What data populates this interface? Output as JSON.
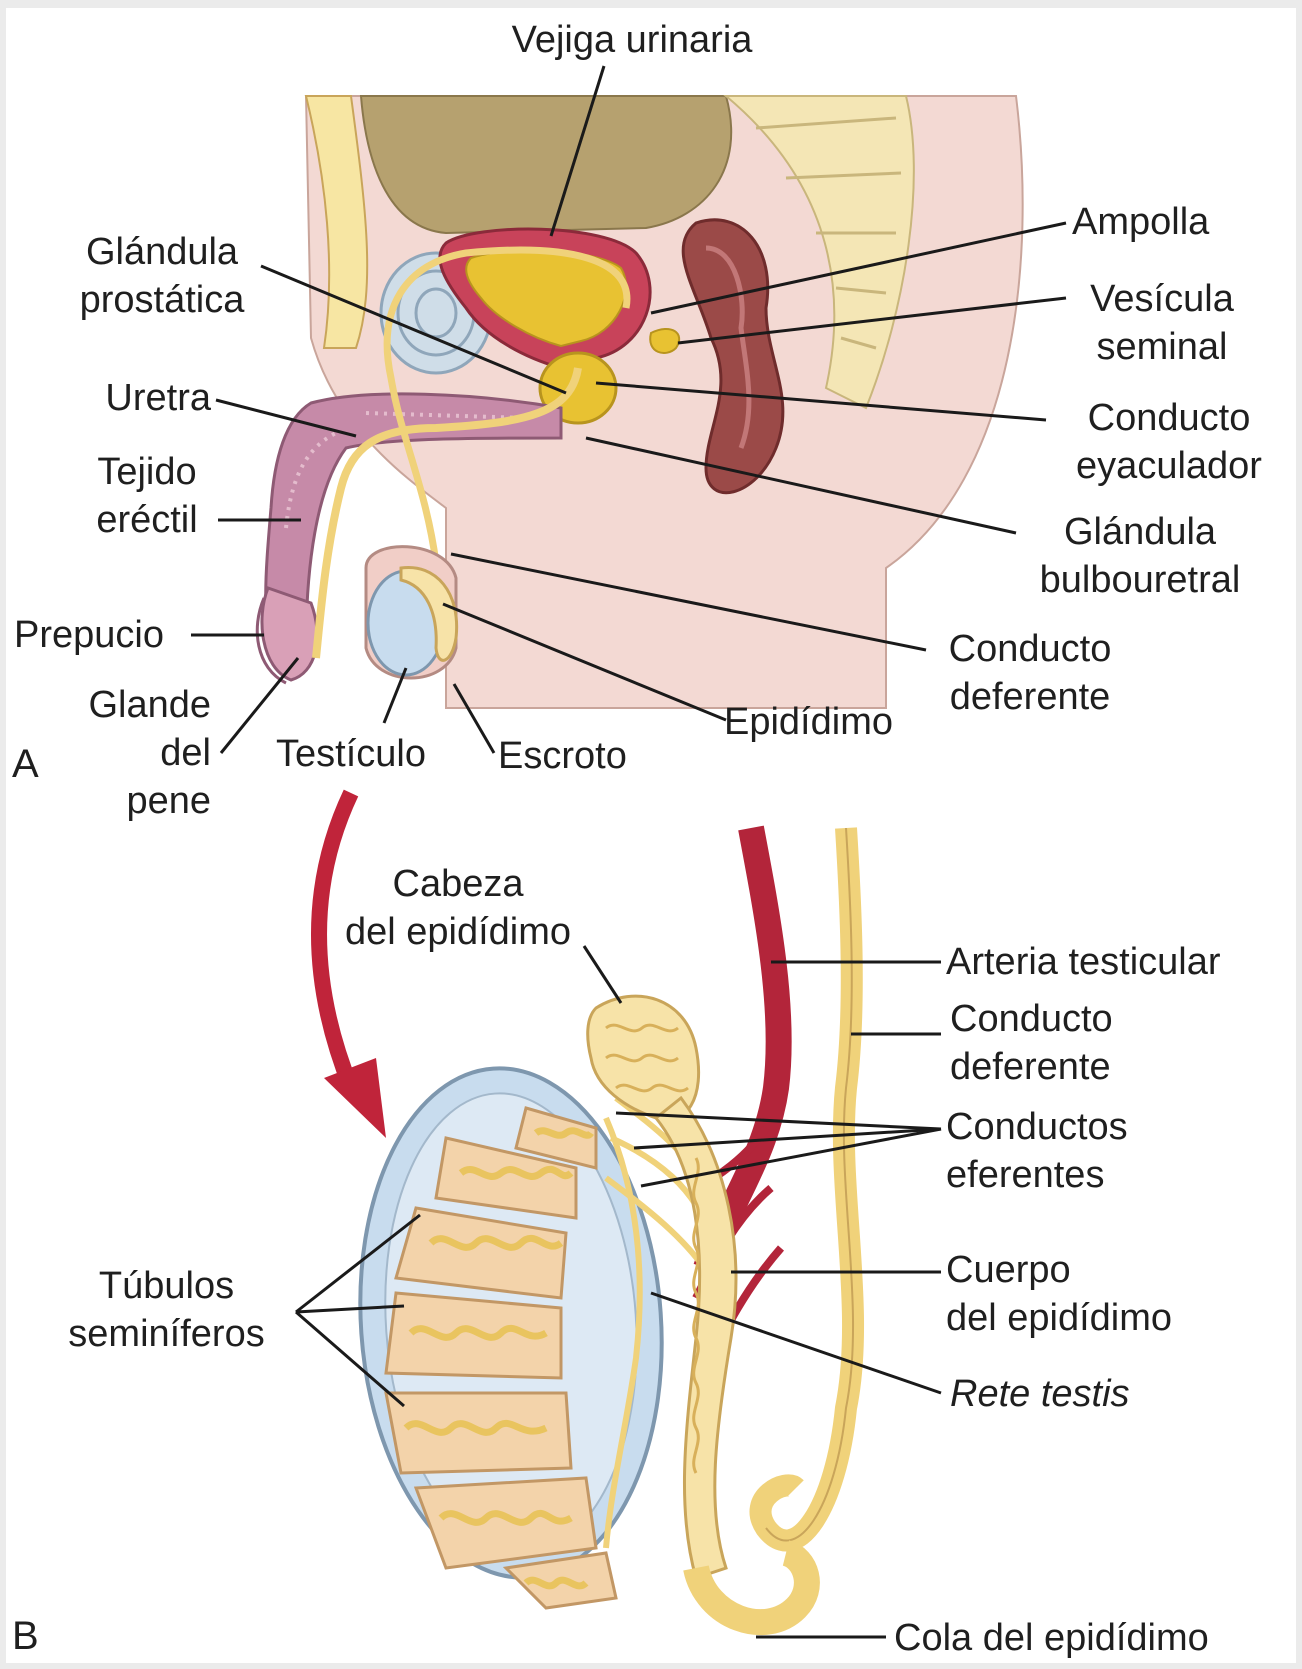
{
  "panel_a": {
    "letter": "A",
    "labels": {
      "vejiga": "Vejiga urinaria",
      "ampolla": "Ampolla",
      "vesicula_1": "Vesícula",
      "vesicula_2": "seminal",
      "prostatica_1": "Glándula",
      "prostatica_2": "prostática",
      "uretra": "Uretra",
      "eyaculador_1": "Conducto",
      "eyaculador_2": "eyaculador",
      "erectil_1": "Tejido",
      "erectil_2": "eréctil",
      "bulbouretral_1": "Glándula",
      "bulbouretral_2": "bulbouretral",
      "prepucio": "Prepucio",
      "deferente_1": "Conducto",
      "deferente_2": "deferente",
      "glande_1": "Glande",
      "glande_2": "del",
      "glande_3": "pene",
      "testiculo": "Testículo",
      "escroto": "Escroto",
      "epididimo": "Epidídimo"
    }
  },
  "panel_b": {
    "letter": "B",
    "labels": {
      "cabeza_1": "Cabeza",
      "cabeza_2": "del epidídimo",
      "arteria": "Arteria testicular",
      "deferente_1": "Conducto",
      "deferente_2": "deferente",
      "eferentes_1": "Conductos",
      "eferentes_2": "eferentes",
      "tubulos_1": "Túbulos",
      "tubulos_2": "seminíferos",
      "cuerpo_1": "Cuerpo",
      "cuerpo_2": "del epidídimo",
      "rete": "Rete testis",
      "cola": "Cola del epidídimo"
    }
  },
  "colors": {
    "skin": "#f3d9d3",
    "bladder_wall": "#c8435a",
    "gland_yellow": "#e8c232",
    "duct_cream": "#f7e3a8",
    "testis_blue": "#c8dcee",
    "artery_red": "#b3253a",
    "rectum": "#8e3b3b",
    "erectile": "#c68aa8"
  }
}
